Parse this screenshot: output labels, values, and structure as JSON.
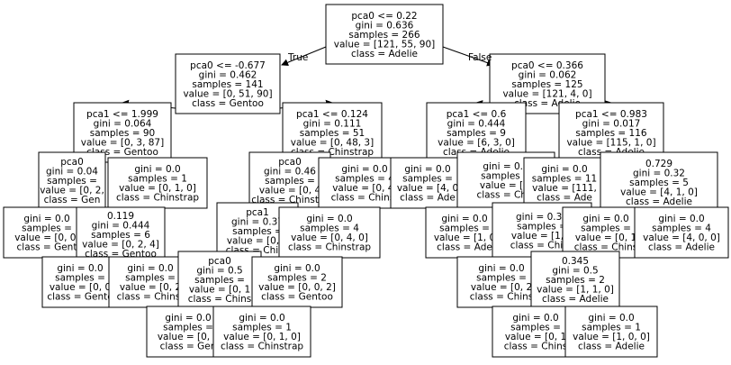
{
  "tree": {
    "edge_labels": {
      "true": "True",
      "false": "False"
    },
    "nodes": [
      {
        "id": "n0",
        "lines": [
          "pca0 <= 0.22",
          "gini = 0.636",
          "samples = 266",
          "value = [121, 55, 90]",
          "class = Adelie"
        ]
      },
      {
        "id": "n1",
        "lines": [
          "pca0 <= -0.677",
          "gini = 0.462",
          "samples = 141",
          "value = [0, 51, 90]",
          "class = Gentoo"
        ]
      },
      {
        "id": "n2",
        "lines": [
          "pca0 <= 0.366",
          "gini = 0.062",
          "samples = 125",
          "value = [121, 4, 0]",
          "class = Adelie"
        ]
      },
      {
        "id": "n3",
        "lines": [
          "pca1 <= 1.999",
          "gini = 0.064",
          "samples = 90",
          "value = [0, 3, 87]",
          "class = Gentoo"
        ]
      },
      {
        "id": "n4",
        "lines": [
          "pca1 <= 0.124",
          "gini = 0.111",
          "samples = 51",
          "value = [0, 48, 3]",
          "class = Chinstrap"
        ]
      },
      {
        "id": "n5",
        "lines": [
          "pca1 <= 0.6",
          "gini = 0.444",
          "samples = 9",
          "value = [6, 3, 0]",
          "class = Adelie"
        ]
      },
      {
        "id": "n6",
        "lines": [
          "pca1 <= 0.983",
          "gini = 0.017",
          "samples = 116",
          "value = [115, 1, 0]",
          "class = Adelie"
        ]
      },
      {
        "id": "n7",
        "lines": [
          "pca0",
          "gini = 0.04",
          "samples =",
          "value = [0, 2,",
          "class = Gen"
        ]
      },
      {
        "id": "n8",
        "lines": [
          "gini = 0.0",
          "samples = 1",
          "value = [0, 1, 0]",
          "class = Chinstrap"
        ]
      },
      {
        "id": "n9",
        "lines": [
          "pca0",
          "gini = 0.46",
          "samples =",
          "value = [0, 4",
          "class = Chinstra"
        ]
      },
      {
        "id": "n10",
        "lines": [
          "gini = 0.0",
          "samples = 4",
          "value = [0, 4,",
          "class = Chinst"
        ]
      },
      {
        "id": "n11",
        "lines": [
          "gini = 0.0",
          "samples =",
          "value = [4, 0",
          "class = Ade"
        ]
      },
      {
        "id": "n12",
        "lines": [
          "gini = 0.4",
          "samples =",
          "value = [2,",
          "class = Chin"
        ]
      },
      {
        "id": "n13",
        "lines": [
          "gini = 0.0",
          "samples = 11",
          "value = [111,",
          "class = Ade"
        ]
      },
      {
        "id": "n14",
        "lines": [
          "0.729",
          "gini = 0.32",
          "samples = 5",
          "value = [4, 1, 0]",
          "class = Adelie"
        ]
      },
      {
        "id": "n15",
        "lines": [
          "gini = 0.0",
          "samples =",
          "value = [0, 0,",
          "class = Gent"
        ]
      },
      {
        "id": "n16",
        "lines": [
          "0.119",
          "gini = 0.444",
          "samples = 6",
          "value = [0, 2, 4]",
          "class = Gentoo"
        ]
      },
      {
        "id": "n17",
        "lines": [
          "pca1",
          "gini = 0.37",
          "samples =",
          "value = [0, 1",
          "class = Chins"
        ]
      },
      {
        "id": "n18",
        "lines": [
          "gini = 0.0",
          "samples = 4",
          "value = [0, 4, 0]",
          "class = Chinstrap"
        ]
      },
      {
        "id": "n19",
        "lines": [
          "gini = 0.0",
          "samples =",
          "value = [1, 0",
          "class = Ade"
        ]
      },
      {
        "id": "n20",
        "lines": [
          "gini = 0.37",
          "samples =",
          "value = [1, 3",
          "class = Chins"
        ]
      },
      {
        "id": "n21",
        "lines": [
          "gini = 0.0",
          "samples =",
          "value = [0, 1",
          "class = Chins"
        ]
      },
      {
        "id": "n22",
        "lines": [
          "gini = 0.0",
          "samples = 4",
          "value = [4, 0, 0]",
          "class = Adelie"
        ]
      },
      {
        "id": "n23",
        "lines": [
          "gini = 0.0",
          "samples =",
          "value = [0, 0",
          "class = Gento"
        ]
      },
      {
        "id": "n24",
        "lines": [
          "gini = 0.0",
          "samples =",
          "value = [0, 2",
          "class = Chinst"
        ]
      },
      {
        "id": "n25",
        "lines": [
          "pca0",
          "gini = 0.5",
          "samples =",
          "value = [0, 1",
          "class = Chins"
        ]
      },
      {
        "id": "n26",
        "lines": [
          "gini = 0.0",
          "samples = 2",
          "value = [0, 0, 2]",
          "class = Gentoo"
        ]
      },
      {
        "id": "n27",
        "lines": [
          "gini = 0.0",
          "samples =",
          "value = [0, 2",
          "class = Chins"
        ]
      },
      {
        "id": "n28",
        "lines": [
          "0.345",
          "gini = 0.5",
          "samples = 2",
          "value = [1, 1, 0]",
          "class = Adelie"
        ]
      },
      {
        "id": "n29",
        "lines": [
          "gini = 0.0",
          "samples =",
          "value = [0, 0",
          "class = Gen"
        ]
      },
      {
        "id": "n30",
        "lines": [
          "gini = 0.0",
          "samples = 1",
          "value = [0, 1, 0]",
          "class = Chinstrap"
        ]
      },
      {
        "id": "n31",
        "lines": [
          "gini = 0.0",
          "samples =",
          "value = [0, 1",
          "class = Chins"
        ]
      },
      {
        "id": "n32",
        "lines": [
          "gini = 0.0",
          "samples = 1",
          "value = [1, 0, 0]",
          "class = Adelie"
        ]
      }
    ]
  }
}
